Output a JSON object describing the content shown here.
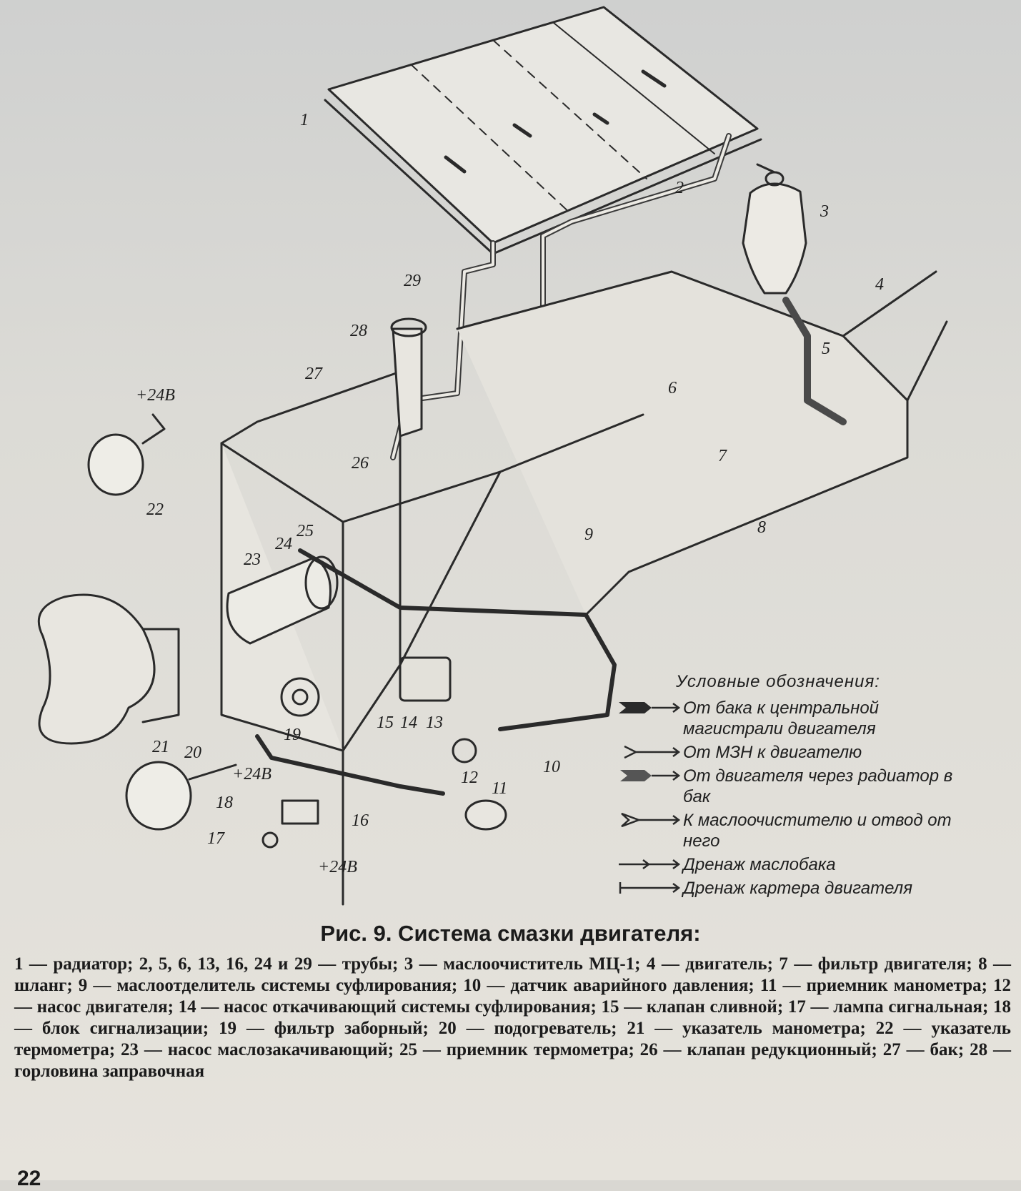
{
  "labels": {
    "l1": "1",
    "l2": "2",
    "l3": "3",
    "l4": "4",
    "l5": "5",
    "l6": "6",
    "l7": "7",
    "l8": "8",
    "l9": "9",
    "l10": "10",
    "l11": "11",
    "l12": "12",
    "l13": "13",
    "l14": "14",
    "l15": "15",
    "l16": "16",
    "l17": "17",
    "l18": "18",
    "l19": "19",
    "l20": "20",
    "l21": "21",
    "l22": "22",
    "l23": "23",
    "l24": "24",
    "l25": "25",
    "l26": "26",
    "l27": "27",
    "l28": "28",
    "l29": "29",
    "v24a": "+24В",
    "v24b": "+24В",
    "v24c": "+24В"
  },
  "legend": {
    "title": "Условные обозначения:",
    "items": [
      "От бака к центральной магистрали двигателя",
      "От МЗН к двигателю",
      "От двигателя через радиатор в бак",
      "К маслоочистителю и отвод от него",
      "Дренаж маслобака",
      "Дренаж картера двигателя"
    ]
  },
  "figure": {
    "title": "Рис. 9. Система смазки двигателя:",
    "caption": "1 — радиатор; 2, 5, 6, 13, 16, 24 и 29 — трубы; 3 — маслоочиститель МЦ-1; 4 — двигатель; 7 — фильтр двигателя; 8 — шланг; 9 — маслоотделитель системы суфлирования; 10 — датчик аварийного давления; 11 — приемник манометра; 12 — насос двигателя; 14 — насос откачивающий системы суфлирования; 15 — клапан сливной; 17 — лампа сигнальная; 18 — блок сигнализации; 19 — фильтр заборный; 20 — подогреватель; 21 — указатель манометра; 22 — указатель термометра; 23 — насос маслозакачивающий; 25 — приемник термометра; 26 — клапан редукционный; 27 — бак; 28 — горловина заправочная",
    "page_number": "22"
  }
}
